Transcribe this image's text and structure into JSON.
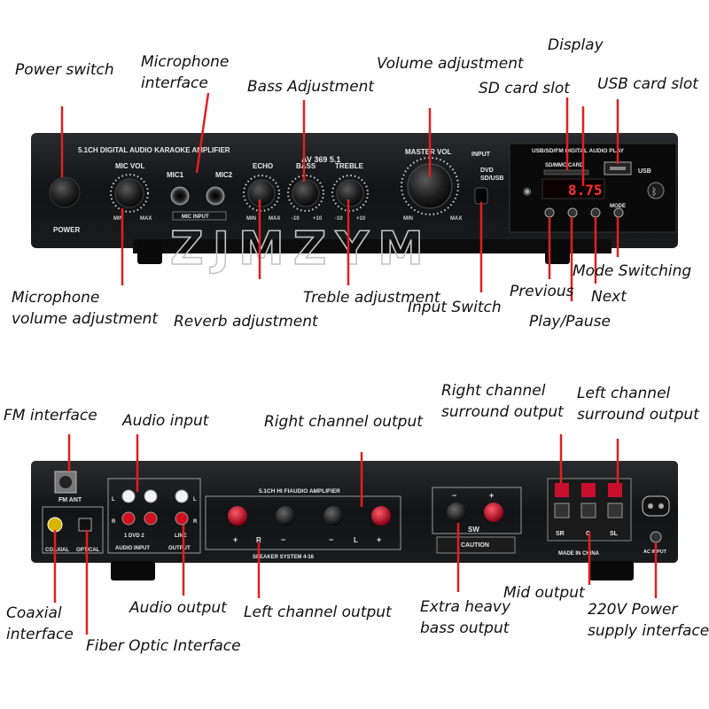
{
  "brand": {
    "watermark": "ZJMZYM",
    "logo_icon": "bluetooth-icon"
  },
  "colors": {
    "panel": "#111214",
    "callout_line": "#e02020",
    "silk_text": "#e8e8e8",
    "terminal_red": "#c8102e",
    "display_digits": "#ff3030"
  },
  "front_labels": {
    "power_switch": "Power switch",
    "microphone_interface": "Microphone\ninterface",
    "bass_adjustment": "Bass Adjustment",
    "volume_adjustment": "Volume adjustment",
    "display": "Display",
    "sd_card_slot": "SD card slot",
    "usb_card_slot": "USB card slot",
    "microphone_volume": "Microphone\nvolume adjustment",
    "reverb_adjustment": "Reverb adjustment",
    "treble_adjustment": "Treble adjustment",
    "input_switch": "Input Switch",
    "previous": "Previous",
    "next": "Next",
    "play_pause": "Play/Pause",
    "mode_switching": "Mode Switching"
  },
  "back_labels": {
    "fm_interface": "FM interface",
    "audio_input": "Audio input",
    "right_channel_output": "Right channel output",
    "right_surround": "Right channel\nsurround output",
    "left_surround": "Left channel\nsurround output",
    "coaxial_interface": "Coaxial\ninterface",
    "fiber_optic": "Fiber Optic Interface",
    "audio_output": "Audio output",
    "left_channel_output": "Left channel output",
    "extra_heavy_bass": "Extra heavy\nbass output",
    "mid_output": "Mid output",
    "power_supply": "220V Power\nsupply interface"
  },
  "front_panel": {
    "model_title": "5.1CH DIGITAL AUDIO KARAOKE AMPLIFIER",
    "model_number": "AV 369 5.1",
    "mic_vol": "MIC VOL",
    "mic1": "MIC1",
    "mic2": "MIC2",
    "mic_input": "MIC INPUT",
    "echo": "ECHO",
    "bass": "BASS",
    "treble": "TREBLE",
    "master_vol": "MASTER VOL",
    "input": "INPUT",
    "dvd": "DVD",
    "sd_usb": "SD/USB",
    "power": "POWER",
    "min": "MIN",
    "max": "MAX",
    "minus10": "-10",
    "plus10": "+10",
    "usb_header": "USB/SD/FM DIGITAL AUDIO PLAY",
    "sd_mmc": "SD/MMC CARD",
    "usb": "USB",
    "display_value": "8.75",
    "mode": "MODE"
  },
  "rear_panel": {
    "fm_ant": "FM ANT",
    "coaxial": "COAXIAL",
    "optical": "OPTICAL",
    "audio_input": "AUDIO INPUT",
    "output": "OUTPUT",
    "line": "LINE",
    "dvd_tag": "1 DVD 2",
    "l": "L",
    "r": "R",
    "amp_title": "5.1CH HI FIAUDIO AMPLIFIER",
    "speaker_system": "SPEAKER SYSTEM 4-16",
    "sw": "SW",
    "caution": "CAUTION",
    "sr": "SR",
    "c": "C",
    "sl": "SL",
    "made_in": "MADE IN CHINA",
    "ac_in": "AC INPUT",
    "plus": "+",
    "minus": "−"
  }
}
